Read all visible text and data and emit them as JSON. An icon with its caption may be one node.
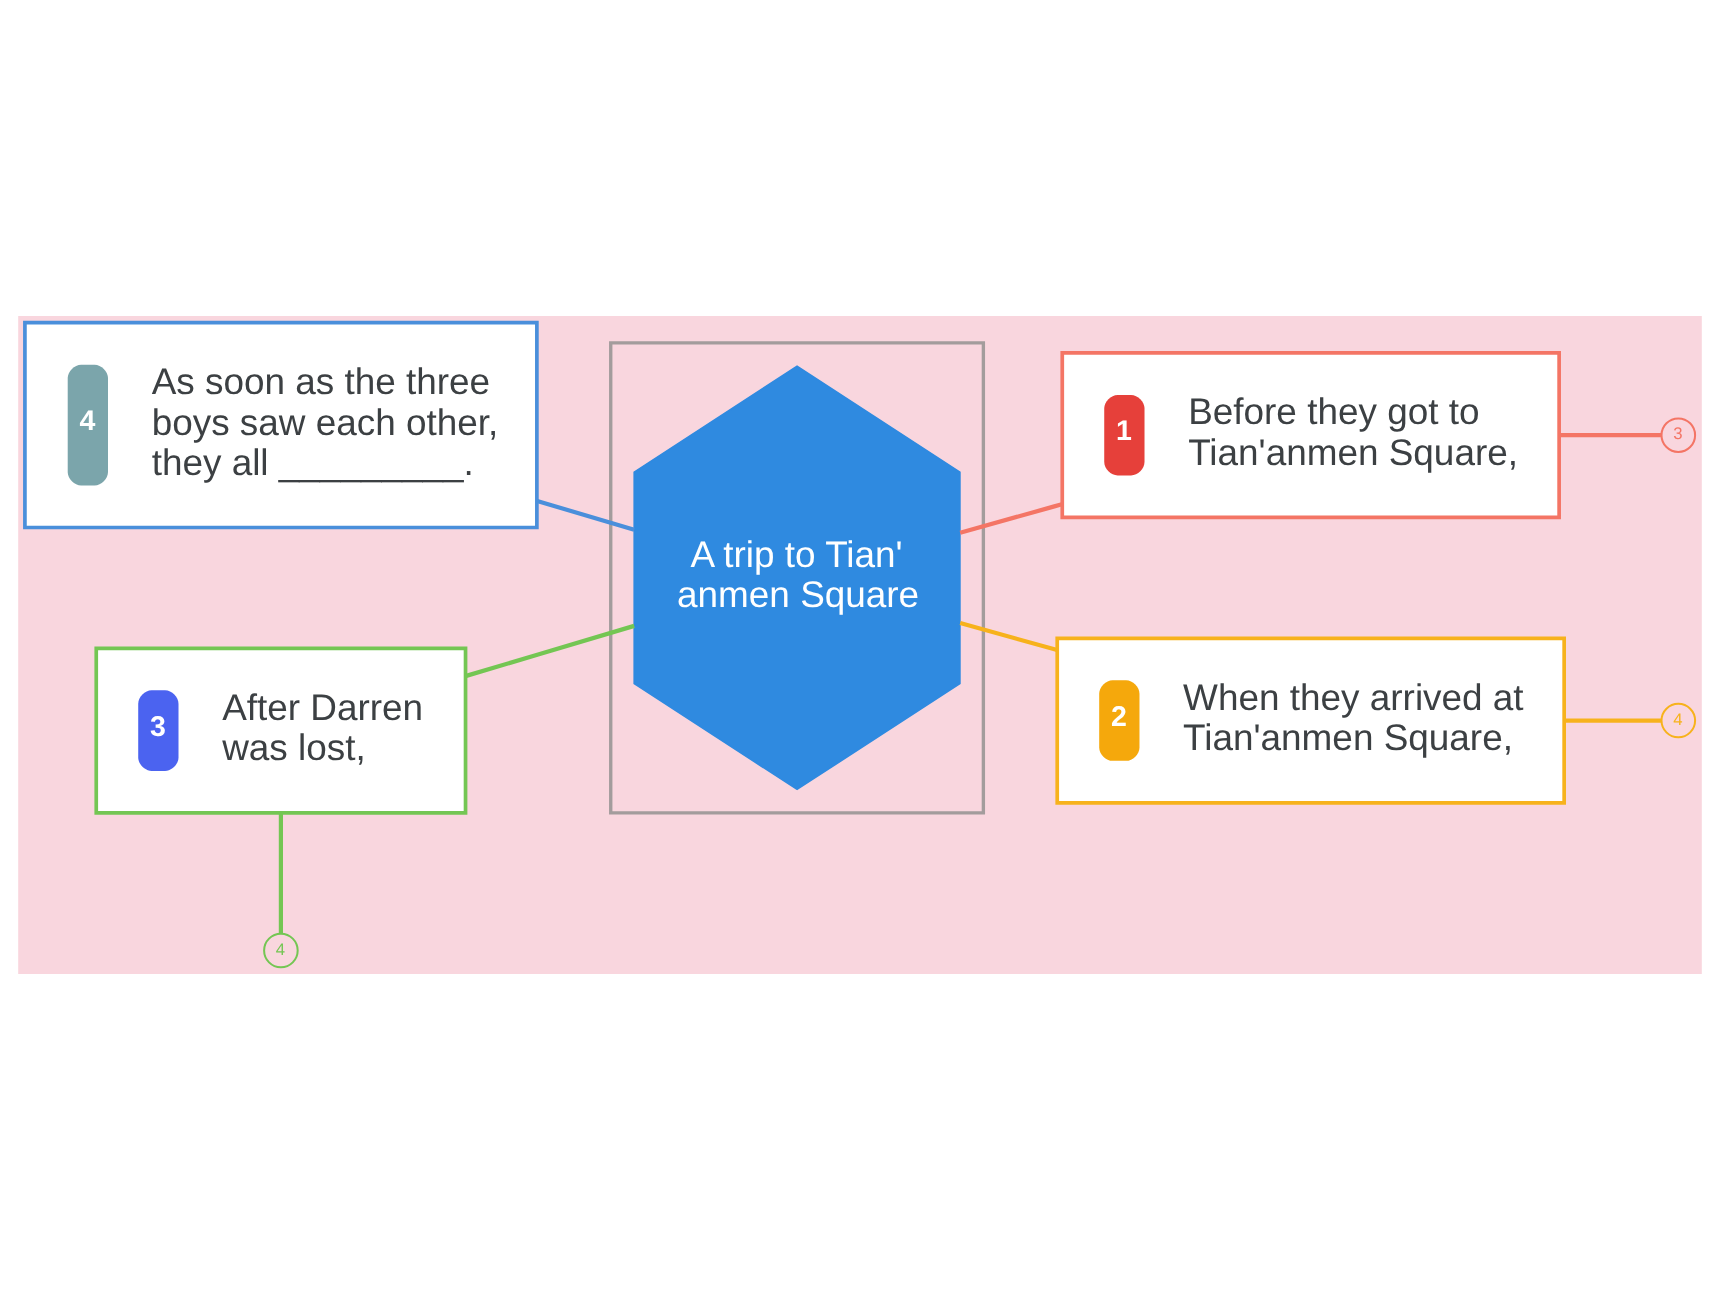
{
  "diagram": {
    "nodes": [
      {
        "text": [],
        "shape": "box"
      },
      {
        "text": [
          "A trip to Tian' anmen Square"
        ],
        "in": 0
      },
      {
        "text": [
          "1",
          "Before they got to Tian'anmen Square,"
        ]
      },
      {
        "text": [
          "3"
        ]
      },
      {
        "text": [
          "2",
          "When they arrived at Tian'anmen Square,"
        ]
      },
      {
        "text": [
          "4"
        ]
      },
      {
        "text": [
          "3",
          "After Darren was lost,"
        ]
      },
      {
        "text": [
          "4"
        ]
      },
      {
        "text": [
          "4",
          "As soon as the three boys saw each other, they all _________."
        ]
      }
    ],
    "edges": [
      {
        "from": 1,
        "to": 2,
        "arrow": "none",
        "color": "#f47565"
      },
      {
        "from": 1,
        "to": 4,
        "arrow": "none",
        "color": "#f7b21c"
      },
      {
        "from": 1,
        "to": 6,
        "arrow": "none",
        "color": "#74c653"
      },
      {
        "from": 1,
        "to": 8,
        "arrow": "none",
        "color": "#4a8fdb"
      },
      {
        "from": 2,
        "to": 3,
        "arrow": "none",
        "color": "#f47565"
      },
      {
        "from": 4,
        "to": 5,
        "arrow": "none",
        "color": "#f7b21c"
      },
      {
        "from": 6,
        "to": 7,
        "arrow": "none",
        "color": "#74c653"
      }
    ]
  }
}
